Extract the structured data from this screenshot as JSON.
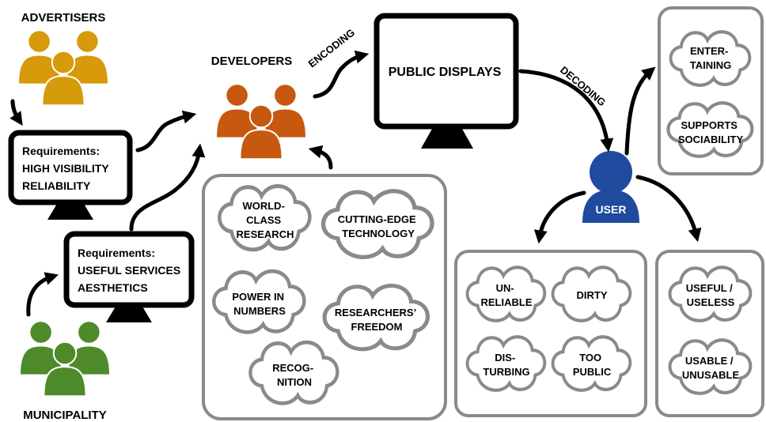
{
  "actors": {
    "advertisers": {
      "label": "ADVERTISERS",
      "color": "#d69a0a"
    },
    "developers": {
      "label": "DEVELOPERS",
      "color": "#c6580f"
    },
    "municipality": {
      "label": "MUNICIPALITY",
      "color": "#4e8a2a"
    },
    "user": {
      "label": "USER",
      "color": "#1f4a9e"
    }
  },
  "monitors": {
    "advertisers_req": [
      "Requirements:",
      "HIGH VISIBILITY",
      "RELIABILITY"
    ],
    "municipality_req": [
      "Requirements:",
      "USEFUL SERVICES",
      "AESTHETICS"
    ],
    "public_displays": "PUBLIC DISPLAYS"
  },
  "flow_labels": {
    "encoding": "ENCODING",
    "decoding": "DECODING"
  },
  "developer_values": [
    [
      "WORLD-",
      "CLASS",
      "RESEARCH"
    ],
    [
      "CUTTING-EDGE",
      "TECHNOLOGY"
    ],
    [
      "POWER IN",
      "NUMBERS"
    ],
    [
      "RESEARCHERS’",
      "FREEDOM"
    ],
    [
      "RECOG-",
      "NITION"
    ]
  ],
  "positive_perceptions": [
    [
      "ENTER-",
      "TAINING"
    ],
    [
      "SUPPORTS",
      "SOCIABILITY"
    ]
  ],
  "negative_perceptions": [
    [
      "UN-",
      "RELIABLE"
    ],
    [
      "DIRTY"
    ],
    [
      "DIS-",
      "TURBING"
    ],
    [
      "TOO",
      "PUBLIC"
    ]
  ],
  "evaluation_perceptions": [
    [
      "USEFUL /",
      "USELESS"
    ],
    [
      "USABLE /",
      "UNUSABLE"
    ]
  ]
}
